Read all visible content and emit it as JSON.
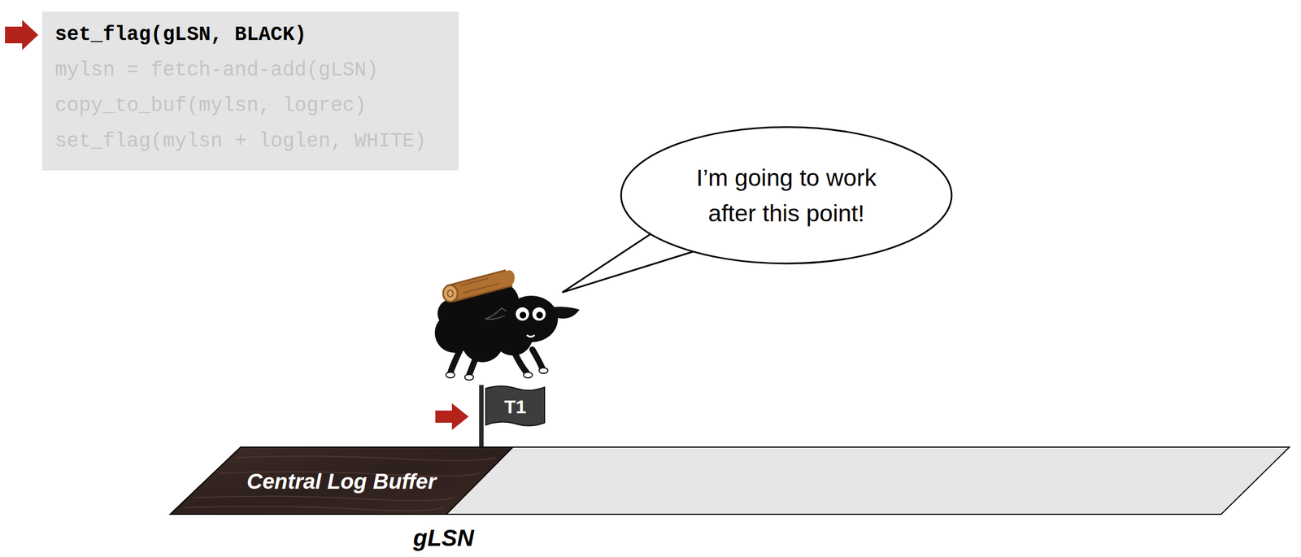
{
  "diagram": {
    "nodes": [
      {
        "text": [
          "set_flag(gLSN, BLACK)",
          "mylsn = fetch-and-add(gLSN)",
          "copy_to_buf(mylsn, logrec)",
          "set_flag(mylsn + loglen, WHITE)"
        ]
      },
      {
        "text": [
          "I’m going to work after this point!"
        ]
      },
      {
        "text": [
          "T1"
        ]
      },
      {
        "text": [
          "Central Log Buffer"
        ]
      }
    ],
    "labels": [
      "gLSN"
    ]
  }
}
